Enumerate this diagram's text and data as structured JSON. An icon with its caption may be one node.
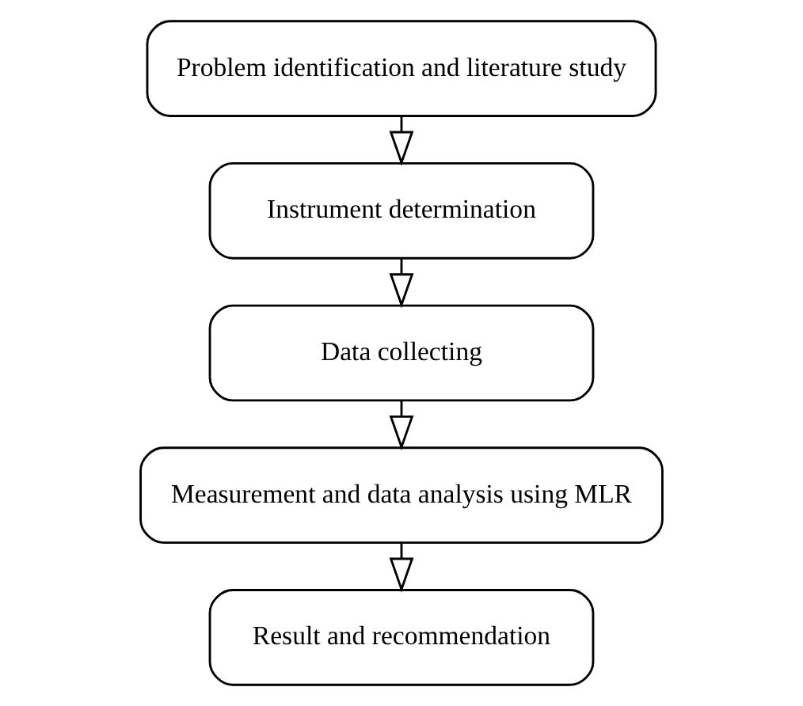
{
  "diagram": {
    "nodes": [
      {
        "text": [
          "Problem identification and literature study"
        ]
      },
      {
        "text": [
          "Instrument determination"
        ]
      },
      {
        "text": [
          "Data collecting"
        ]
      },
      {
        "text": [
          "Measurement and data analysis using MLR"
        ]
      },
      {
        "text": [
          "Result and recommendation"
        ]
      }
    ],
    "edges": [
      {
        "from": 0,
        "to": 1,
        "arrow": "to"
      },
      {
        "from": 1,
        "to": 2,
        "arrow": "to"
      },
      {
        "from": 2,
        "to": 3,
        "arrow": "to"
      },
      {
        "from": 3,
        "to": 4,
        "arrow": "to"
      }
    ]
  }
}
